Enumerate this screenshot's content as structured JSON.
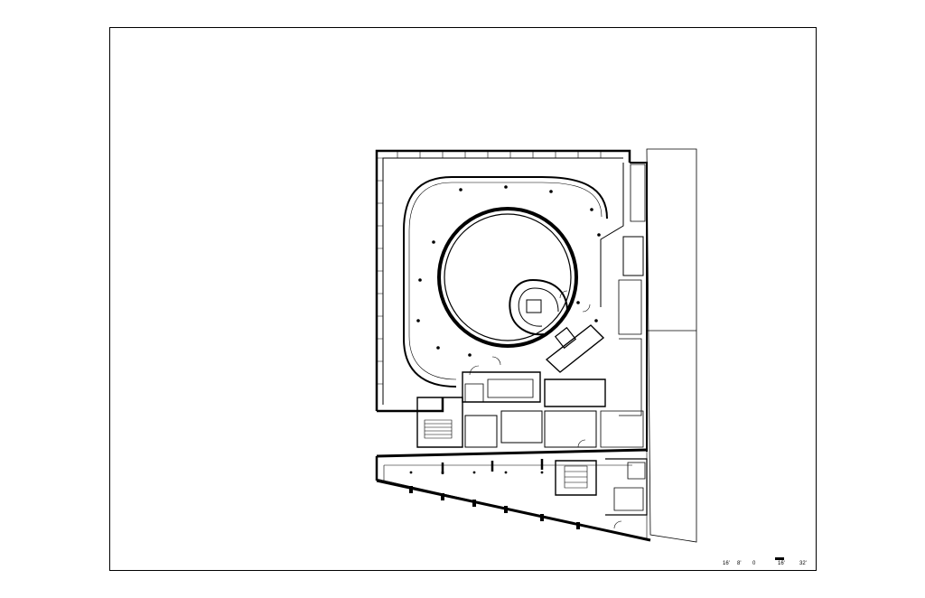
{
  "scale_bar": {
    "tick_labels": [
      "16'",
      "8'",
      "0",
      "16'",
      "32'"
    ]
  }
}
